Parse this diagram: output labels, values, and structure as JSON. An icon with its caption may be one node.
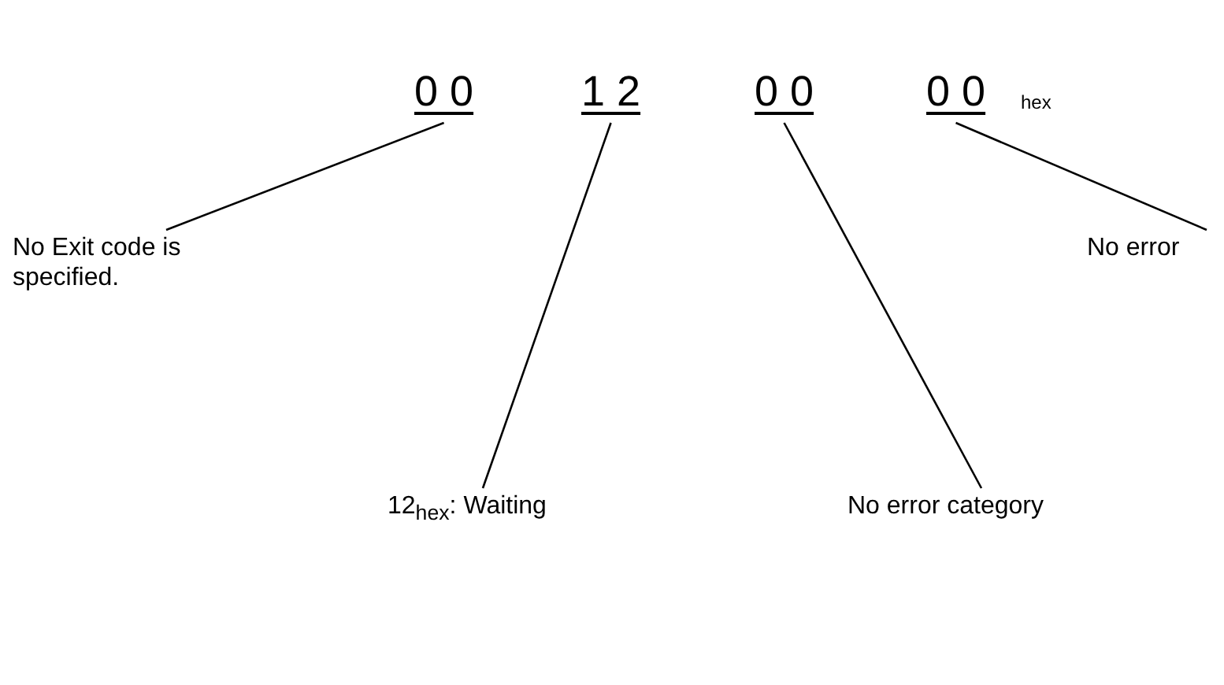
{
  "diagram": {
    "nodes": [
      {
        "text": [
          "0 0"
        ]
      },
      {
        "text": [
          "1 2"
        ]
      },
      {
        "text": [
          "0 0"
        ]
      },
      {
        "text": [
          "0 0"
        ]
      },
      {
        "text": [
          "No Exit code is specified."
        ]
      },
      {
        "text": [
          "12$_{hex}$: Waiting"
        ]
      },
      {
        "text": [
          "No error category"
        ]
      },
      {
        "text": [
          "No error"
        ]
      }
    ],
    "edges": [
      {
        "from": 4,
        "to": 0,
        "arrow": "none"
      },
      {
        "from": 5,
        "to": 1,
        "arrow": "none"
      },
      {
        "from": 6,
        "to": 2,
        "arrow": "none"
      },
      {
        "from": 7,
        "to": 3,
        "arrow": "none"
      }
    ],
    "labels": [
      "hex"
    ]
  }
}
